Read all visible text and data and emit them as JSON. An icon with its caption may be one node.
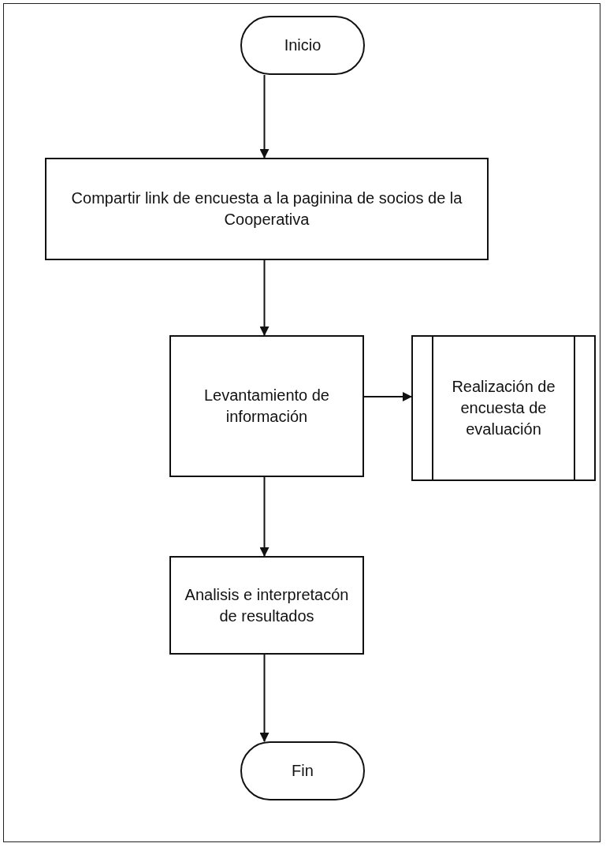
{
  "diagram": {
    "nodes": [
      {
        "text": [
          "Inicio"
        ]
      },
      {
        "text": [
          "Compartir link de encuesta a la paginina de socios de la Cooperativa"
        ]
      },
      {
        "text": [
          "Levantamiento de información"
        ]
      },
      {
        "text": [
          "Realización de encuesta de evaluación"
        ]
      },
      {
        "text": [
          "Analisis e interpretacón de resultados"
        ]
      },
      {
        "text": [
          "Fin"
        ]
      }
    ],
    "edges": [
      {
        "from": 0,
        "to": 1,
        "arrow": "to"
      },
      {
        "from": 1,
        "to": 2,
        "arrow": "to"
      },
      {
        "from": 2,
        "to": 3,
        "arrow": "to"
      },
      {
        "from": 2,
        "to": 4,
        "arrow": "to"
      },
      {
        "from": 4,
        "to": 5,
        "arrow": "to"
      }
    ]
  }
}
